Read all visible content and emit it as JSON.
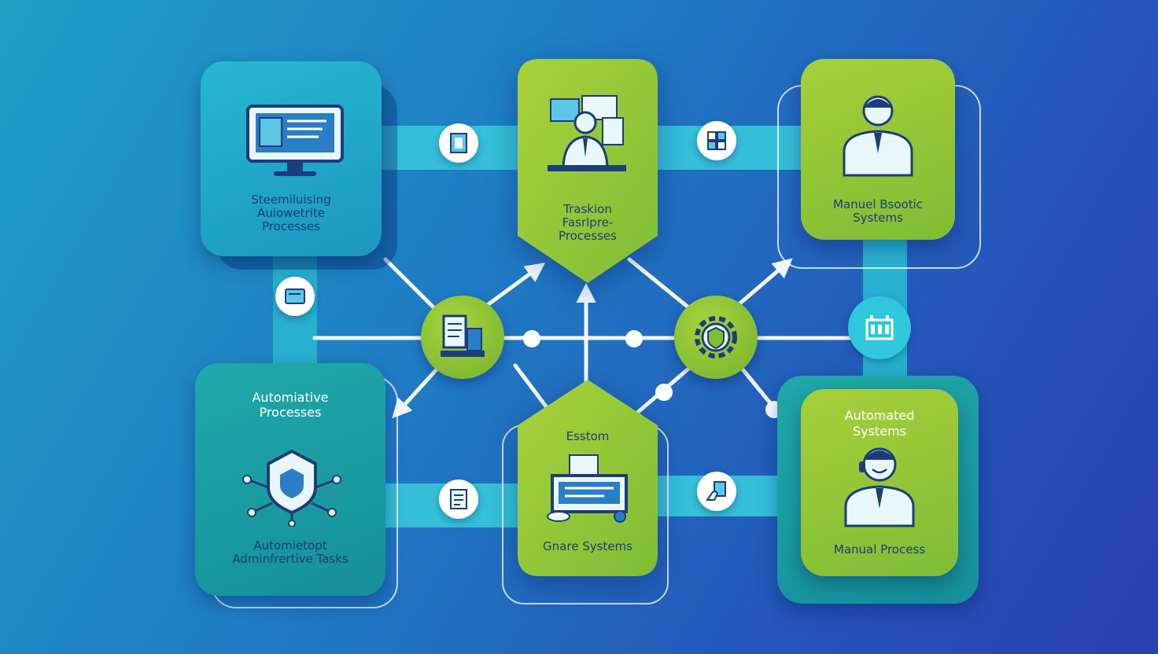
{
  "cards": {
    "top_left": {
      "lines": [
        "Steemiluising",
        "Auiowetrite",
        "Processes"
      ]
    },
    "top_center": {
      "lines": [
        "Traskion",
        "Fasrlpre-",
        "Processes"
      ]
    },
    "top_right": {
      "lines": [
        "Manuel Bsootic",
        "Systems"
      ]
    },
    "bottom_left": {
      "title_lines": [
        "Automiative",
        "Processes"
      ],
      "lines": [
        "Automietopt",
        "Adminfrertive Tasks"
      ]
    },
    "bottom_center": {
      "title": "Esstom",
      "lines": [
        "Gnare Systems"
      ]
    },
    "bottom_right": {
      "title_lines": [
        "Automated",
        "Systems"
      ],
      "lines": [
        "Manual Process"
      ]
    }
  },
  "icons": {
    "top_left": "computer-monitor-icon",
    "top_center": "operator-with-documents-icon",
    "top_right": "businessman-icon",
    "bottom_left": "shield-network-icon",
    "bottom_center": "document-workstation-icon",
    "bottom_right": "support-agent-icon",
    "hub_left": "document-stack-icon",
    "hub_right": "gear-shield-icon",
    "connector_top_left": "document-icon",
    "connector_top_right": "window-grid-icon",
    "connector_left": "card-icon",
    "connector_right": "building-icon",
    "connector_bottom_left": "file-icon",
    "connector_bottom_right": "hand-card-icon"
  },
  "colors": {
    "teal": "#27b7d3",
    "green": "#8cc63a",
    "navy": "#1d3d7a",
    "background": "#2456b9"
  }
}
